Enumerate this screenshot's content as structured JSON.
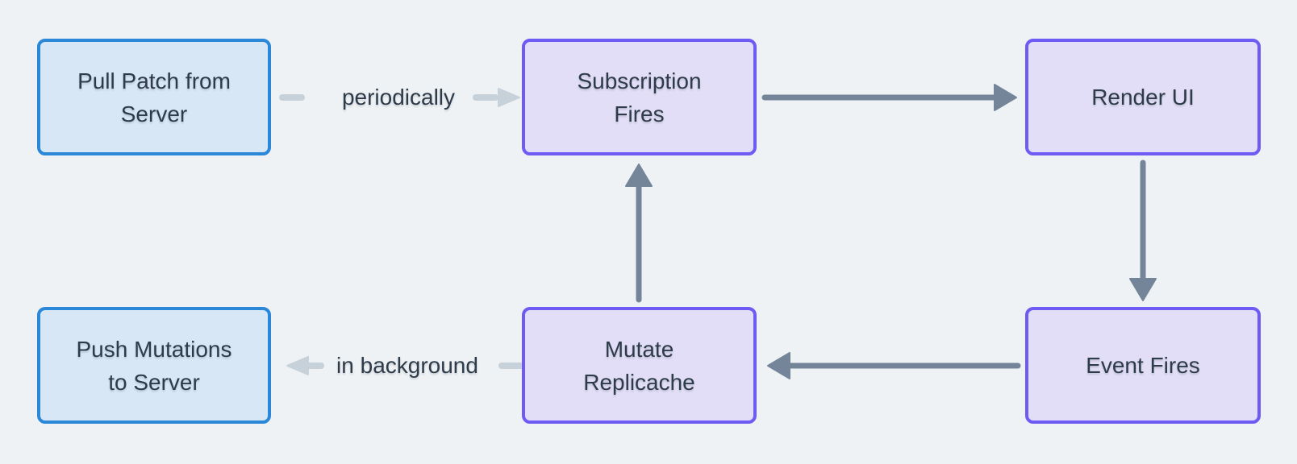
{
  "colors": {
    "background": "#eef2f5",
    "blue_border": "#2b87d8",
    "blue_fill": "#d8e7f6",
    "purple_border": "#6e5bf3",
    "purple_fill": "#e2def8",
    "dark_arrow": "#74859a",
    "light_arrow": "#c7d1da",
    "text": "#2e3b49"
  },
  "diagram": {
    "nodes": [
      {
        "id": "pull-patch-from-server",
        "label": "Pull Patch from\nServer",
        "style": "blue"
      },
      {
        "id": "subscription-fires",
        "label": "Subscription\nFires",
        "style": "purple"
      },
      {
        "id": "render-ui",
        "label": "Render UI",
        "style": "purple"
      },
      {
        "id": "push-mutations-to-server",
        "label": "Push Mutations\nto Server",
        "style": "blue"
      },
      {
        "id": "mutate-replicache",
        "label": "Mutate\nReplicache",
        "style": "purple"
      },
      {
        "id": "event-fires",
        "label": "Event Fires",
        "style": "purple"
      }
    ],
    "edges": [
      {
        "from": "pull-patch-from-server",
        "to": "subscription-fires",
        "label": "periodically",
        "style": "light"
      },
      {
        "from": "subscription-fires",
        "to": "render-ui",
        "label": "",
        "style": "dark"
      },
      {
        "from": "render-ui",
        "to": "event-fires",
        "label": "",
        "style": "dark"
      },
      {
        "from": "event-fires",
        "to": "mutate-replicache",
        "label": "",
        "style": "dark"
      },
      {
        "from": "mutate-replicache",
        "to": "subscription-fires",
        "label": "",
        "style": "dark"
      },
      {
        "from": "mutate-replicache",
        "to": "push-mutations-to-server",
        "label": "in background",
        "style": "light"
      }
    ]
  }
}
